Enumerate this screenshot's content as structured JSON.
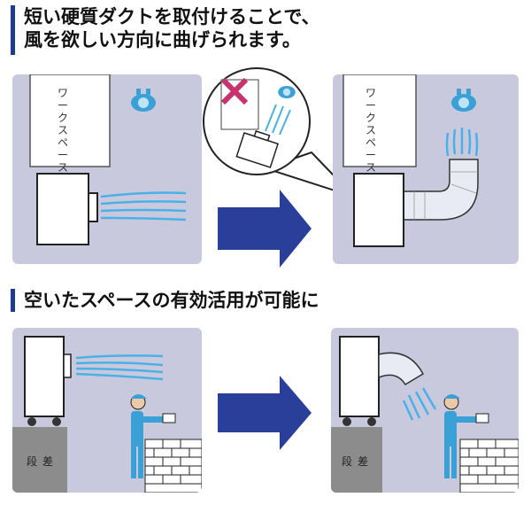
{
  "section1": {
    "heading_line1": "短い硬質ダクトを取付けることで、",
    "heading_line2": "風を欲しい方向に曲げられます。",
    "work_space_label": "ワークスペース"
  },
  "section2": {
    "heading": "空いたスペースの有効活用が可能に",
    "step_label": "段差"
  },
  "colors": {
    "accent_bar": "#1f3a93",
    "panel_bg": "#c9c9dd",
    "arrow": "#2a3f9a",
    "wind": "#4ab0e6",
    "worker": "#3aa0d6",
    "cross": "#c8326e"
  }
}
